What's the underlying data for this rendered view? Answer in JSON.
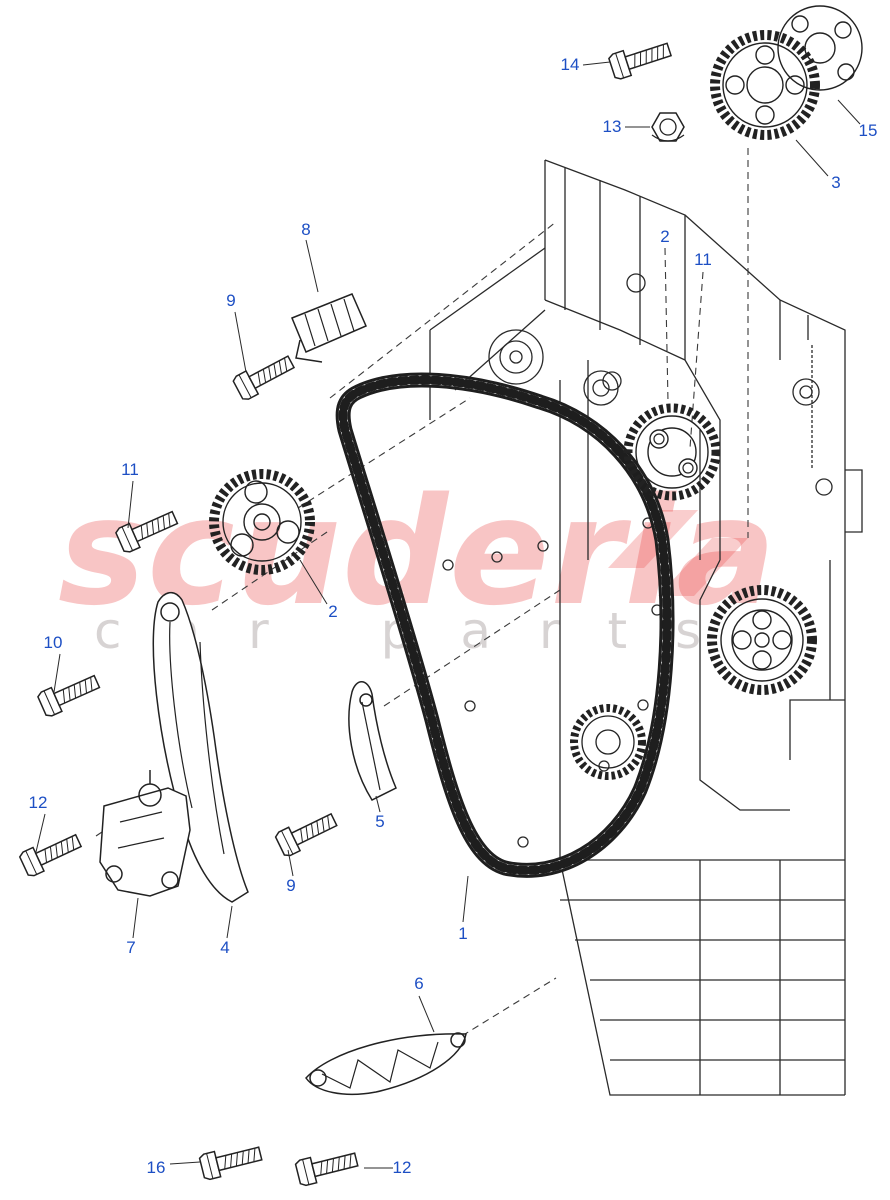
{
  "diagram": {
    "kind": "exploded-parts-diagram",
    "subject": "Timing chain, sprockets, tensioners and guides"
  },
  "watermark": {
    "line1": "scuderia",
    "line2": "car parts",
    "accent_color": "#e83e3e"
  },
  "colors": {
    "label": "#1d4fc4",
    "line": "#2a2a2a"
  },
  "callouts": [
    {
      "label": "14",
      "part": "flanged-bolt"
    },
    {
      "label": "13",
      "part": "flanged-nut"
    },
    {
      "label": "15",
      "part": "camshaft-sprocket-hub"
    },
    {
      "label": "3",
      "part": "camshaft-sprocket"
    },
    {
      "label": "8",
      "part": "upper-chain-guide"
    },
    {
      "label": "2",
      "part": "camshaft-sprocket"
    },
    {
      "label": "11",
      "part": "sprocket-bolt"
    },
    {
      "label": "9",
      "part": "guide-bolt"
    },
    {
      "label": "11",
      "part": "sprocket-bolt"
    },
    {
      "label": "2",
      "part": "camshaft-sprocket"
    },
    {
      "label": "10",
      "part": "rail-bolt"
    },
    {
      "label": "12",
      "part": "tensioner-bolt"
    },
    {
      "label": "5",
      "part": "chain-guide-shoe"
    },
    {
      "label": "9",
      "part": "guide-bolt"
    },
    {
      "label": "1",
      "part": "timing-chain"
    },
    {
      "label": "7",
      "part": "chain-tensioner"
    },
    {
      "label": "4",
      "part": "tensioner-guide-rail"
    },
    {
      "label": "6",
      "part": "lower-chain-guide"
    },
    {
      "label": "16",
      "part": "guide-bolt"
    },
    {
      "label": "12",
      "part": "guide-bolt"
    }
  ]
}
